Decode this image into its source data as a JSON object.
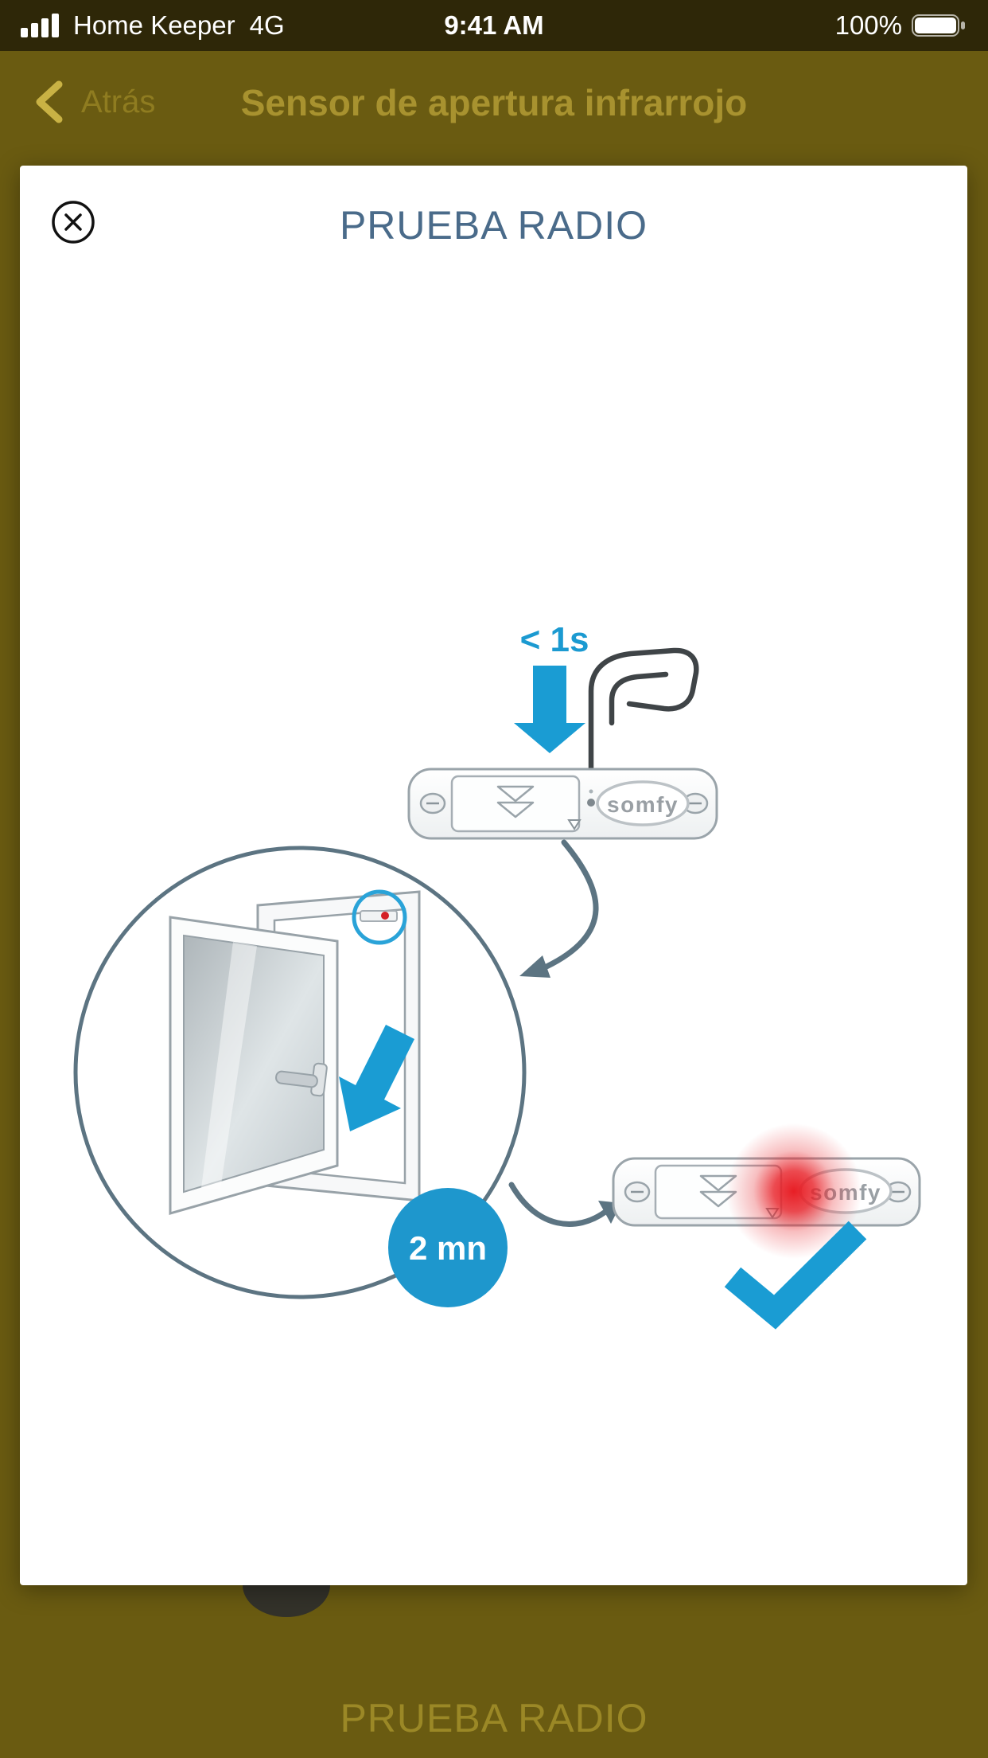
{
  "status_bar": {
    "carrier": "Home Keeper",
    "network": "4G",
    "time": "9:41 AM",
    "battery_percent": "100%"
  },
  "nav_bar": {
    "back_label": "Atrás",
    "title": "Sensor de apertura infrarrojo"
  },
  "modal": {
    "title": "PRUEBA RADIO",
    "illustration": {
      "press_duration": "< 1s",
      "wait_duration": "2 mn",
      "brand": "somfy"
    }
  },
  "background_page": {
    "section_title": "PRUEBA RADIO"
  },
  "colors": {
    "accent_blue": "#1a9cd3",
    "steel_blue_title": "#4a6b8a",
    "dimmed_background": "#6a5b11",
    "status_bar_background": "#2e2708",
    "dimmed_gold_text": "#9b8826",
    "arrow_gray": "#5c7482",
    "led_red": "#e11e25"
  },
  "icons": {
    "signal-icon": "cellular signal bars",
    "battery-icon": "battery full",
    "chevron-left-icon": "back chevron",
    "close-icon": "circled x",
    "down-arrow-icon": "press-down arrow",
    "paperclip-icon": "paperclip pressing button",
    "close-window-arrow-icon": "close-window arrow",
    "led-indicator": "red blinking led",
    "checkmark-icon": "success check"
  }
}
